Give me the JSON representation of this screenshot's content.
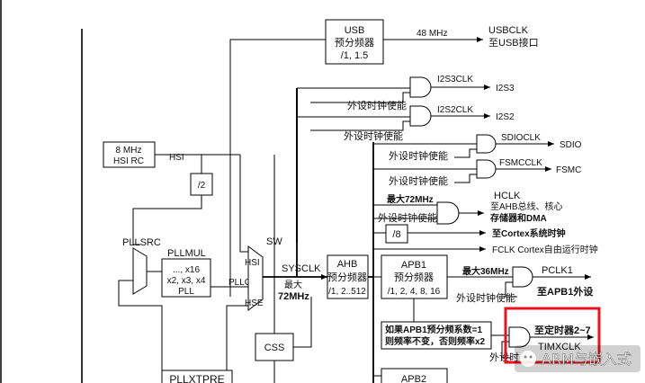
{
  "usb": {
    "line1": "USB",
    "line2": "预分频器",
    "line3": "/1, 1.5",
    "freq": "48 MHz",
    "out_top": "USBCLK",
    "out_bottom": "至USB接口"
  },
  "i2s": {
    "i2s3clk": "I2S3CLK",
    "i2s3": "I2S3",
    "i2s2clk": "I2S2CLK",
    "i2s2": "I2S2"
  },
  "enable_label": "外设时钟使能",
  "sdio": {
    "clk": "SDIOCLK",
    "out": "SDIO"
  },
  "fsmc": {
    "clk": "FSMCCLK",
    "out": "FSMC"
  },
  "hsi_rc": {
    "line1": "8 MHz",
    "line2": "HSI RC",
    "label": "HSI"
  },
  "div2": "/2",
  "hclk": {
    "max": "最大72MHz",
    "title": "HCLK",
    "line1": "至AHB总线、核心",
    "line2": "存储器和DMA"
  },
  "div8": "/8",
  "cortex": {
    "out1": "至Cortex系统时钟",
    "out2": "FCLK Cortex自由运行时钟"
  },
  "pllsrc": "PLLSRC",
  "pllmul": {
    "title": "PLLMUL",
    "line1": "..., x16",
    "line2": "x2, x3, x4",
    "line3": "PLL"
  },
  "sw": {
    "label": "SW",
    "hsi": "HSI",
    "pllclk": "PLLCLK",
    "hse": "HSE",
    "sysclk": "SYSCLK",
    "max1": "最大",
    "max2": "72MHz"
  },
  "ahb": {
    "line1": "AHB",
    "line2": "预分频器",
    "line3": "/1, 2..512"
  },
  "apb1": {
    "line1": "APB1",
    "line2": "预分频器",
    "line3": "/1, 2, 4, 8, 16",
    "max": "最大36MHz",
    "pclk1": "PCLK1",
    "pclk1_dest": "至APB1外设"
  },
  "timer": {
    "cond1": "如果APB1预分频系数=1",
    "cond2": "则频率不变，否则频率x2",
    "dest": "至定时器2~7",
    "clk": "TIMXCLK",
    "partial": "外设时"
  },
  "css": "CSS",
  "pllxtpre": "PLLXTPRE",
  "apb2": "APB2",
  "watermark": "ARM与嵌入式",
  "colors": {
    "highlight": "#e8141c",
    "line": "#000000",
    "watermark": "#ffffff"
  }
}
